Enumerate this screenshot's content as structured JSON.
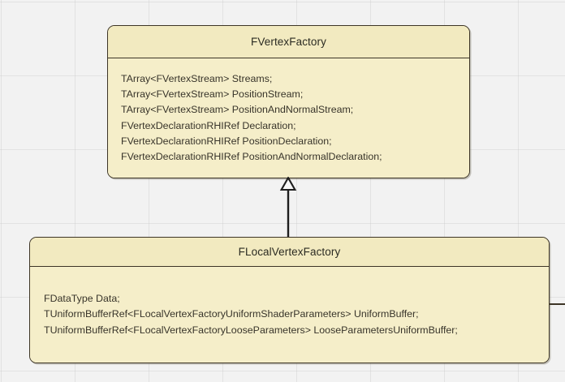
{
  "diagram": {
    "type": "uml-class-diagram",
    "background_color": "#f2f2f2",
    "grid": true,
    "class_fill_color": "#f5eec9",
    "header_fill_color": "#f2eac0",
    "border_color": "#3d3526",
    "text_color": "#38342a"
  },
  "classes": [
    {
      "name": "FVertexFactory",
      "attributes": [
        "TArray<FVertexStream> Streams;",
        "TArray<FVertexStream> PositionStream;",
        "TArray<FVertexStream> PositionAndNormalStream;",
        "FVertexDeclarationRHIRef Declaration;",
        "FVertexDeclarationRHIRef PositionDeclaration;",
        "FVertexDeclarationRHIRef PositionAndNormalDeclaration;"
      ]
    },
    {
      "name": "FLocalVertexFactory",
      "attributes": [
        "FDataType Data;",
        "TUniformBufferRef<FLocalVertexFactoryUniformShaderParameters> UniformBuffer;",
        "TUniformBufferRef<FLocalVertexFactoryLooseParameters> LooseParametersUniformBuffer;"
      ]
    }
  ],
  "relationships": [
    {
      "kind": "generalization",
      "from": "FLocalVertexFactory",
      "to": "FVertexFactory",
      "arrow": "hollow-triangle"
    }
  ]
}
